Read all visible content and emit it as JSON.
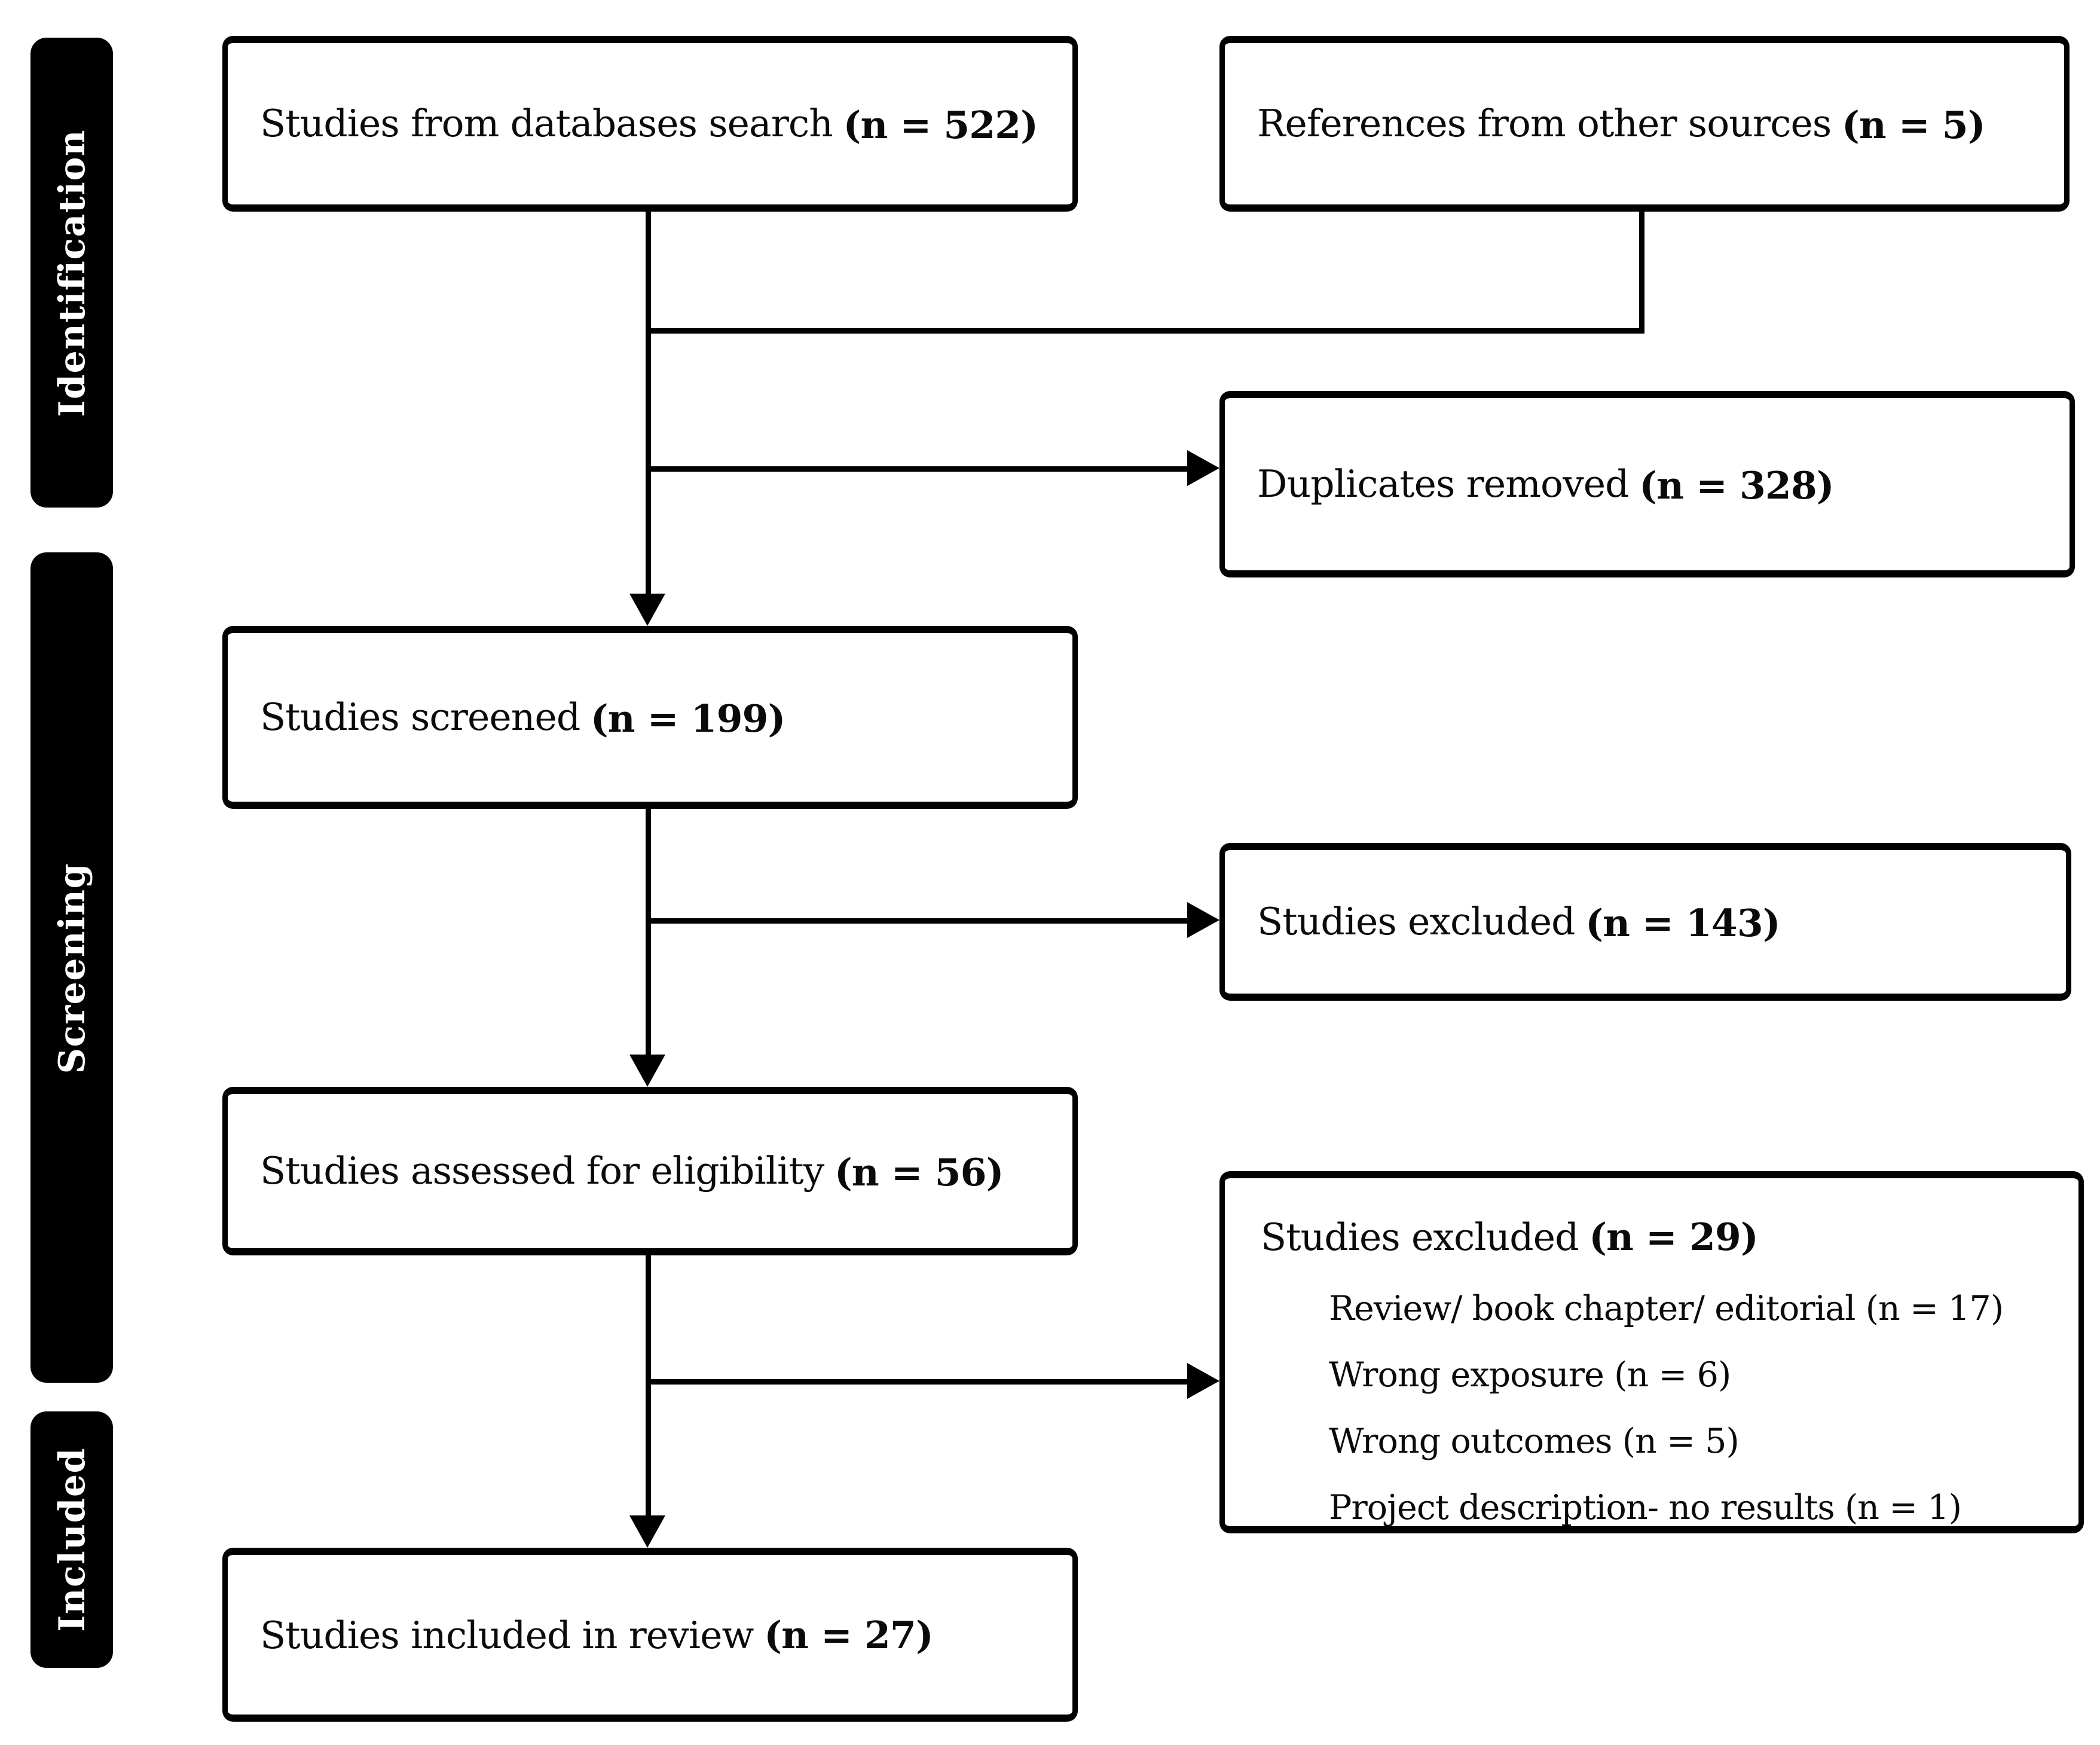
{
  "diagram": {
    "type": "prisma-flowchart",
    "stages": [
      {
        "id": "identification",
        "label": "Identification"
      },
      {
        "id": "screening",
        "label": "Screening"
      },
      {
        "id": "included",
        "label": "Included"
      }
    ],
    "boxes": {
      "databases": {
        "label": "Studies from databases search",
        "n": "(n = 522)"
      },
      "other_sources": {
        "label": "References from other sources",
        "n": "(n = 5)"
      },
      "duplicates": {
        "label": "Duplicates removed",
        "n": "(n = 328)"
      },
      "screened": {
        "label": "Studies screened",
        "n": "(n = 199)"
      },
      "excluded_screening": {
        "label": "Studies excluded",
        "n": "(n = 143)"
      },
      "eligibility": {
        "label": "Studies assessed for eligibility",
        "n": "(n = 56)"
      },
      "excluded_eligibility": {
        "label": "Studies excluded",
        "n": "(n = 29)",
        "reasons": [
          "Review/ book chapter/ editorial (n = 17)",
          "Wrong exposure (n = 6)",
          "Wrong outcomes (n = 5)",
          "Project description- no results (n = 1)"
        ]
      },
      "included_review": {
        "label": "Studies included in review",
        "n": "(n = 27)"
      }
    },
    "counts": {
      "databases": 522,
      "other_sources": 5,
      "duplicates_removed": 328,
      "screened": 199,
      "excluded_screening": 143,
      "assessed_eligibility": 56,
      "excluded_eligibility": 29,
      "excluded_review_book_editorial": 17,
      "excluded_wrong_exposure": 6,
      "excluded_wrong_outcomes": 5,
      "excluded_project_description": 1,
      "included_review": 27
    },
    "colors": {
      "background": "#ffffff",
      "box_border": "#000000",
      "stage_bg": "#000000",
      "stage_text": "#ffffff",
      "text": "#0a0a0a"
    }
  }
}
